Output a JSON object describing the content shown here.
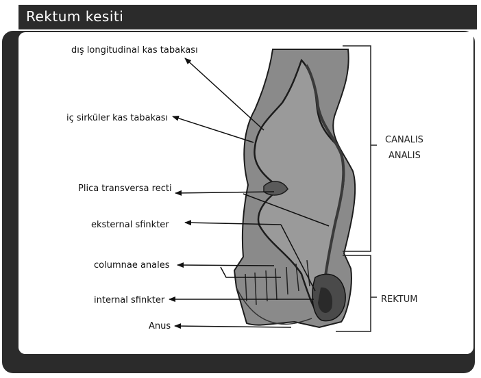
{
  "title": "Rektum kesiti",
  "labels": {
    "dis_longitudinal": "dış longitudinal kas tabakası",
    "ic_sirkuler": "iç sirküler kas tabakası",
    "plica": "Plica transversa recti",
    "eksternal": "eksternal sfinkter",
    "columnae": "columnae anales",
    "internal": "internal sfinkter",
    "anus": "Anus"
  },
  "regions": {
    "canalis_line1": "CANALIS",
    "canalis_line2": "ANALIS",
    "rektum": "REKTUM"
  }
}
